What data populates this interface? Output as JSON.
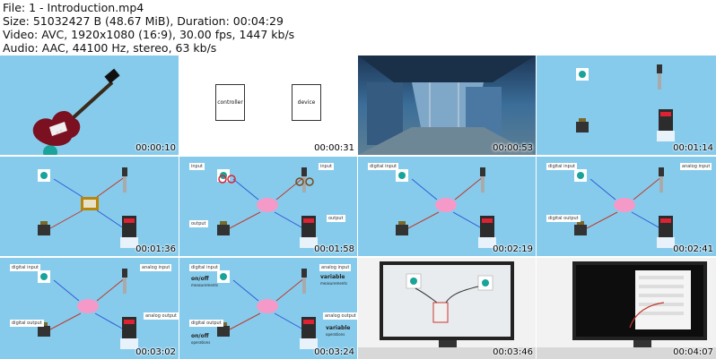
{
  "header": {
    "file": "File: 1 - Introduction.mp4",
    "size": "Size: 51032427 B (48.67 MiB), Duration: 00:04:29",
    "video": "Video: AVC, 1920x1080 (16:9), 30.00 fps, 1447 kb/s",
    "audio": "Audio: AAC, 44100 Hz, stereo, 63 kb/s"
  },
  "thumbnails": [
    {
      "timestamp": "00:00:10"
    },
    {
      "timestamp": "00:00:31",
      "controller": "controller",
      "device": "device"
    },
    {
      "timestamp": "00:00:53"
    },
    {
      "timestamp": "00:01:14"
    },
    {
      "timestamp": "00:01:36"
    },
    {
      "timestamp": "00:01:58",
      "input_left": "input",
      "input_right": "input",
      "output_left": "output",
      "output_right": "output"
    },
    {
      "timestamp": "00:02:19",
      "digital_input": "digital input"
    },
    {
      "timestamp": "00:02:41",
      "digital_input": "digital input",
      "analog_input": "analog input",
      "digital_output": "digital output"
    },
    {
      "timestamp": "00:03:02",
      "digital_input": "digital input",
      "analog_input": "analog input",
      "digital_output": "digital output",
      "analog_output": "analog output"
    },
    {
      "timestamp": "00:03:24",
      "digital_input": "digital input",
      "analog_input": "analog input",
      "digital_output": "digital output",
      "analog_output": "analog output",
      "onoff_top": "on/off",
      "onoff_top_sub": "measurements",
      "variable_top": "variable",
      "variable_top_sub": "measurements",
      "onoff_bottom": "on/off",
      "onoff_bottom_sub": "operations",
      "variable_bottom": "variable",
      "variable_bottom_sub": "operations"
    },
    {
      "timestamp": "00:03:46"
    },
    {
      "timestamp": "00:04:07"
    }
  ],
  "colors": {
    "slide_bg": "#86cbec",
    "controller_pink": "#f59ac8",
    "arrow_red": "#c0392b",
    "arrow_blue": "#2e5bd8"
  }
}
